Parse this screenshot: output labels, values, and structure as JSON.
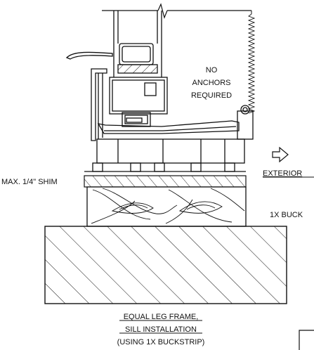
{
  "labels": {
    "no_anchors": [
      "NO",
      "ANCHORS",
      "REQUIRED"
    ],
    "max_shim": "MAX. 1/4\" SHIM",
    "exterior": "EXTERIOR",
    "buckstrip": "1X BUCK",
    "caption": [
      "EQUAL LEG FRAME,",
      "SILL INSTALLATION",
      "(USING 1X BUCKSTRIP)"
    ]
  },
  "icons": {
    "break_line": "break-line-icon",
    "exterior_arrow": "outline-arrow-right-icon"
  },
  "colors": {
    "ink": "#111111",
    "background": "#ffffff"
  }
}
